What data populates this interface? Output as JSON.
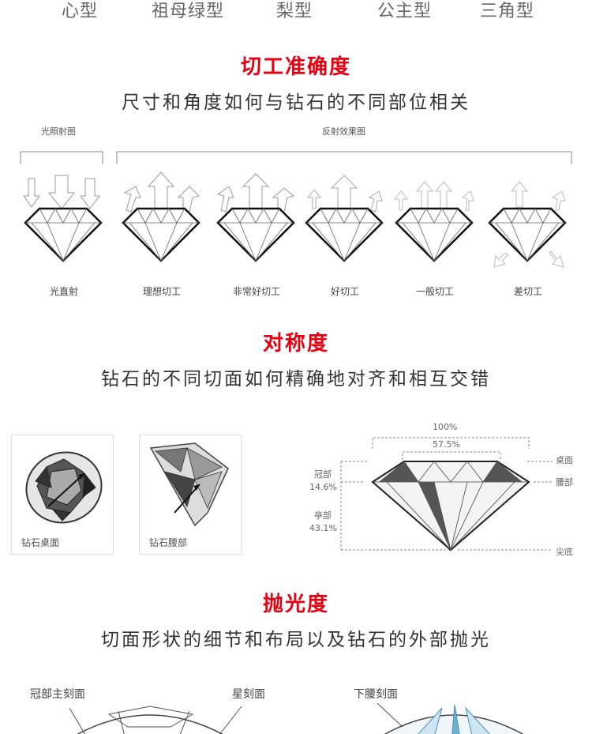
{
  "shapes": [
    "心型",
    "祖母绿型",
    "梨型",
    "公主型",
    "三角型"
  ],
  "cut": {
    "title": "切工准确度",
    "subtitle": "尺寸和角度如何与钻石的不同部位相关",
    "light_label": "光照射图",
    "reflect_label": "反射效果图",
    "items": [
      "光直射",
      "理想切工",
      "非常好切工",
      "好切工",
      "一般切工",
      "差切工"
    ]
  },
  "symmetry": {
    "title": "对称度",
    "subtitle": "钻石的不同切面如何精确地对齐和相互交错",
    "photo1_caption": "钻石桌面",
    "photo2_caption": "钻石腰部",
    "pct_total": "100%",
    "pct_table": "57.5%",
    "crown_label": "冠部",
    "crown_pct": "14.6%",
    "pavilion_label": "亭部",
    "pavilion_pct": "43.1%",
    "table_label": "桌面",
    "girdle_label": "腰部",
    "culet_label": "尖底"
  },
  "polish": {
    "title": "抛光度",
    "subtitle": "切面形状的细节和布局以及钻石的外部抛光",
    "label_crown_main": "冠部主刻面",
    "label_star": "星刻面",
    "label_lower_girdle": "下腰刻面"
  }
}
